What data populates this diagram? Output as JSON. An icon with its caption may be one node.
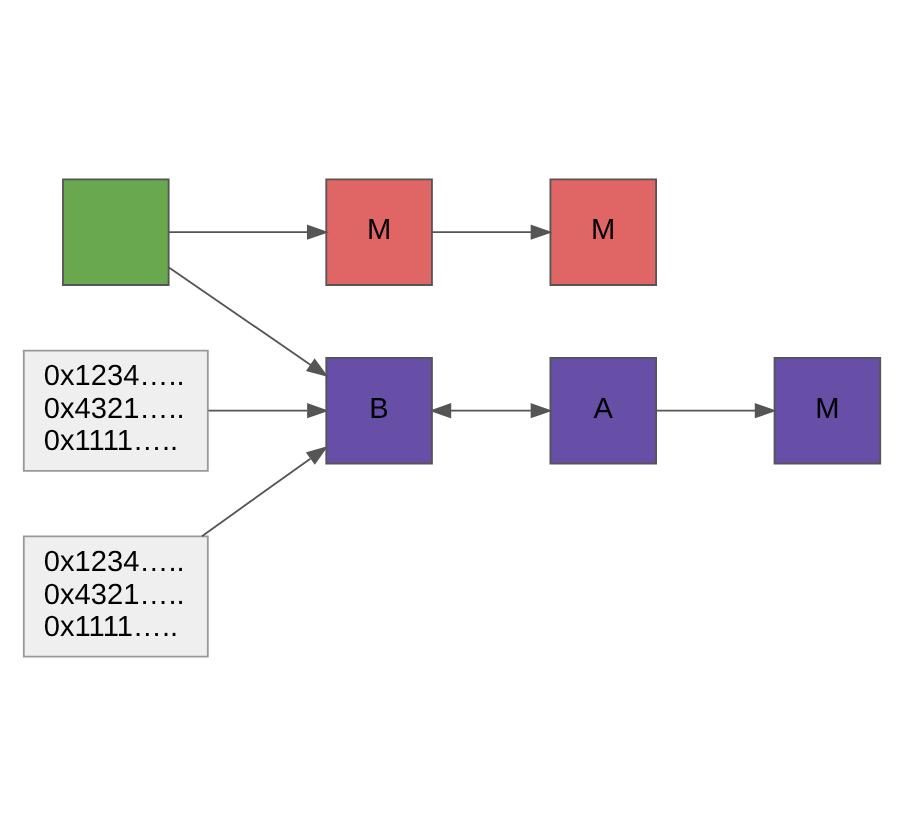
{
  "diagram": {
    "nodes": [
      {
        "text": [],
        "shape": "box"
      },
      {
        "text": [
          "M"
        ]
      },
      {
        "text": [
          "M"
        ]
      },
      {
        "text": [
          "0x1234….. 0x4321….. 0x1111….."
        ]
      },
      {
        "text": [
          "B"
        ]
      },
      {
        "text": [
          "A"
        ]
      },
      {
        "text": [
          "M"
        ]
      },
      {
        "text": [
          "0x1234….. 0x4321….. 0x1111….."
        ]
      }
    ],
    "edges": [
      {
        "from": 0,
        "to": 1,
        "arrow": "to"
      },
      {
        "from": 0,
        "to": 4,
        "arrow": "to"
      },
      {
        "from": 1,
        "to": 2,
        "arrow": "to"
      },
      {
        "from": 3,
        "to": 4,
        "arrow": "to"
      },
      {
        "from": 4,
        "to": 5,
        "arrow": "both"
      },
      {
        "from": 5,
        "to": 6,
        "arrow": "to"
      },
      {
        "from": 7,
        "to": 4,
        "arrow": "to"
      }
    ]
  }
}
